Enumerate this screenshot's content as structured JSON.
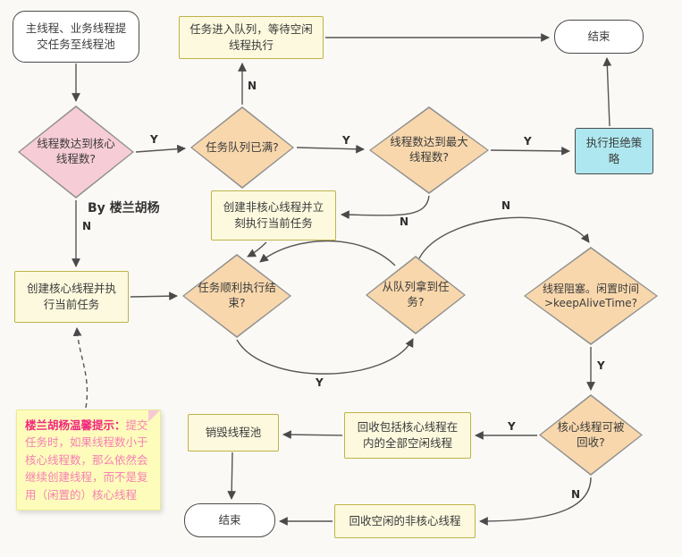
{
  "watermark": "By 楼兰胡杨",
  "nodes": {
    "submit": "主线程、业务线程提交任务至线程池",
    "enqueue": "任务进入队列，等待空闲线程执行",
    "end_top": "结束",
    "core_reached": "线程数达到核心线程数?",
    "queue_full": "任务队列已满?",
    "max_reached": "线程数达到最大线程数?",
    "reject": "执行拒绝策略",
    "create_noncore": "创建非核心线程并立刻执行当前任务",
    "create_core": "创建核心线程并执行当前任务",
    "task_done": "任务顺利执行结束?",
    "take_task": "从队列拿到任务?",
    "idle_timeout": "线程阻塞。闲置时间>keepAliveTime?",
    "core_recyclable": "核心线程可被回收?",
    "recycle_all": "回收包括核心线程在内的全部空闲线程",
    "destroy_pool": "销毁线程池",
    "end_bottom": "结束",
    "recycle_noncore": "回收空闲的非核心线程"
  },
  "edge_labels": {
    "core_reached_yes": "Y",
    "core_reached_no": "N",
    "queue_full_no": "N",
    "queue_full_yes": "Y",
    "max_reached_yes": "Y",
    "max_reached_no": "N",
    "task_done_yes": "Y",
    "take_task_no": "N",
    "idle_timeout_yes": "Y",
    "core_recyclable_yes": "Y",
    "core_recyclable_no": "N"
  },
  "note": {
    "prefix": "楼兰胡杨温馨提示：",
    "body": "提交任务时，如果线程数小于核心线程数，那么依然会继续创建线程，而不是复用（闲置的）核心线程"
  },
  "colors": {
    "diamond_pink": "#F6CCD6",
    "diamond_peach": "#F8D7AC",
    "box_cream": "#FCF9DE",
    "box_cyan": "#AEE7EF",
    "note_yellow": "#FDFCBB",
    "note_prefix_color": "#F2277E",
    "note_body_color": "#F87FB5",
    "arrow": "#4a4a4a"
  }
}
